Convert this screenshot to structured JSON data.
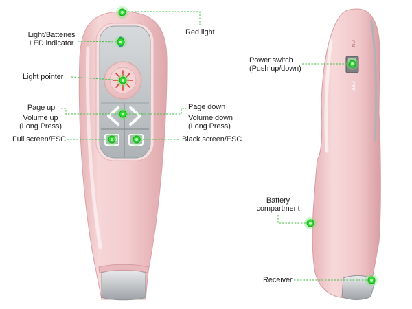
{
  "labels": {
    "red_light": "Red light",
    "led_indicator_line1": "Light/Batteries",
    "led_indicator_line2": "LED indicator",
    "light_pointer": "Light pointer",
    "page_up": "Page up",
    "volume_up_line1": "Volume up",
    "volume_up_line2": "(Long Press)",
    "page_down": "Page down",
    "volume_down_line1": "Volume down",
    "volume_down_line2": "(Long Press)",
    "full_screen": "Full screen/ESC",
    "black_screen": "Black screen/ESC",
    "power_switch_line1": "Power switch",
    "power_switch_line2": "(Push up/down)",
    "battery_line1": "Battery",
    "battery_line2": "compartment",
    "receiver": "Receiver"
  },
  "switch_text": {
    "on": "ON",
    "off": "OFF"
  },
  "colors": {
    "body_pink": "#f1c8ca",
    "panel_gray": "#c2c6c9",
    "marker_green": "#2ee02e",
    "laser_red": "#e23b30",
    "led_blue": "#2b6fd6"
  }
}
